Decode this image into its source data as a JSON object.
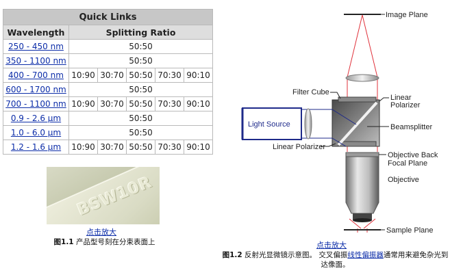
{
  "quick_links": {
    "title": "Quick Links",
    "col_wavelength": "Wavelength",
    "col_ratio": "Splitting Ratio",
    "rows": [
      {
        "range": "250 - 450 nm",
        "ratios": [
          "50:50"
        ]
      },
      {
        "range": "350 - 1100 nm",
        "ratios": [
          "50:50"
        ]
      },
      {
        "range": "400 - 700 nm",
        "ratios": [
          "10:90",
          "30:70",
          "50:50",
          "70:30",
          "90:10"
        ]
      },
      {
        "range": "600 - 1700 nm",
        "ratios": [
          "50:50"
        ]
      },
      {
        "range": "700 - 1100 nm",
        "ratios": [
          "10:90",
          "30:70",
          "50:50",
          "70:30",
          "90:10"
        ]
      },
      {
        "range": "0.9 - 2.6 µm",
        "ratios": [
          "50:50"
        ]
      },
      {
        "range": "1.0 - 6.0 µm",
        "ratios": [
          "50:50"
        ]
      },
      {
        "range": "1.2 - 1.6 µm",
        "ratios": [
          "10:90",
          "30:70",
          "50:50",
          "70:30",
          "90:10"
        ]
      }
    ]
  },
  "figure1": {
    "engraving": "BSW10R",
    "enlarge_link": "点击放大",
    "label": "图1.1",
    "caption": " 产品型号刻在分束表面上"
  },
  "figure2": {
    "enlarge_link": "点击放大",
    "label": "图1.2",
    "caption_pre": " 反射光显微镜示意图。 交叉偏振",
    "caption_link": "线性偏振器",
    "caption_post": "通常用来避免杂光到达像面。",
    "labels": {
      "image_plane": "Image Plane",
      "filter_cube": "Filter Cube",
      "linear_polarizer_right_1": "Linear",
      "linear_polarizer_right_2": "Polarizer",
      "light_source": "Light Source",
      "beamsplitter": "Beamsplitter",
      "linear_polarizer_bottom": "Linear Polarizer",
      "objective_back_1": "Objective Back",
      "objective_back_2": "Focal Plane",
      "objective": "Objective",
      "sample_plane": "Sample Plane"
    }
  },
  "colors": {
    "link": "#0b2ca8",
    "beam": "#e0313a",
    "source_border": "#1e2a8a"
  }
}
